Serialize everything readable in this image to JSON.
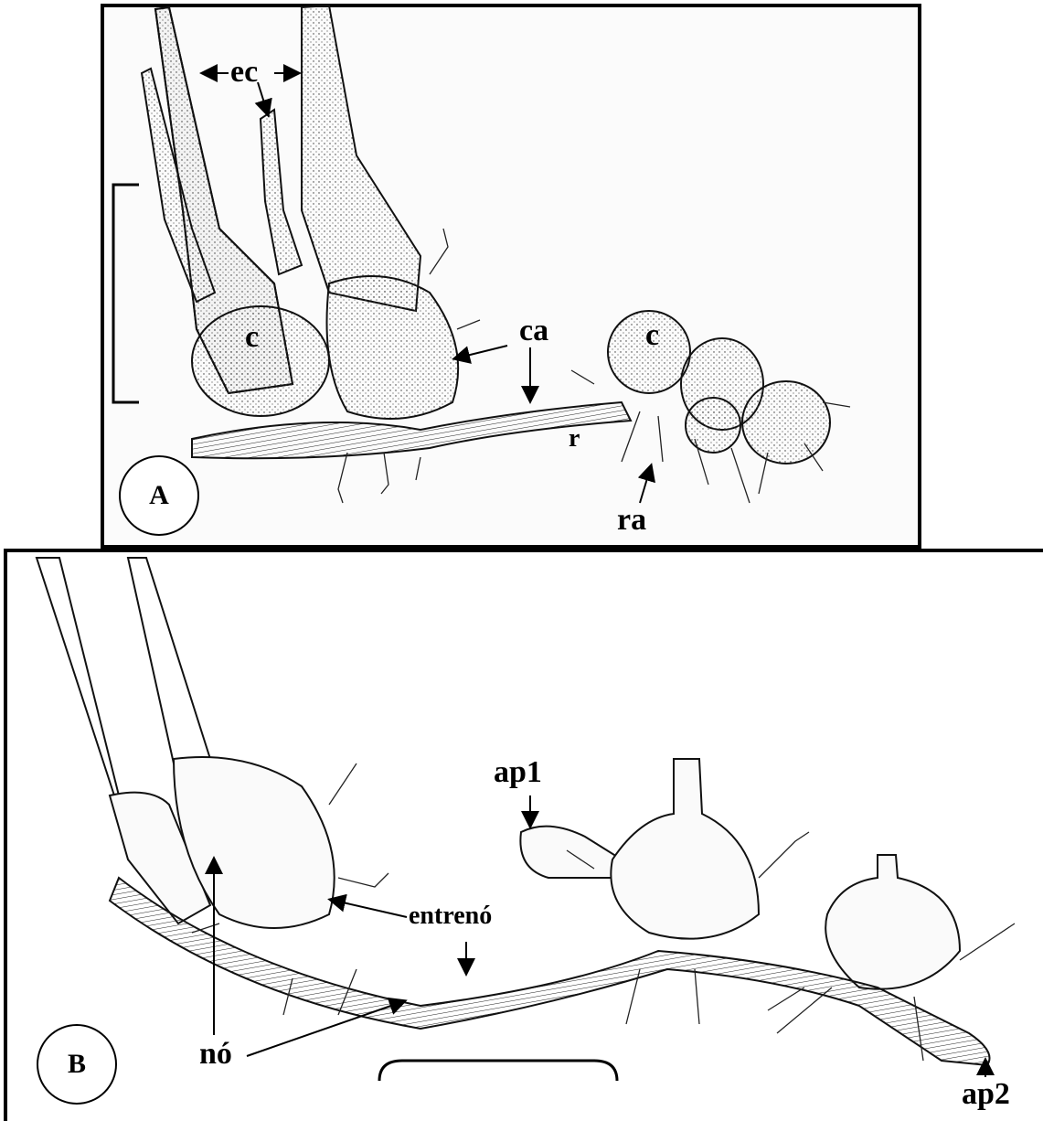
{
  "panels": [
    {
      "id": "A",
      "letter": "A",
      "labels": {
        "ec": "ec",
        "c1": "c",
        "c2": "c",
        "ca": "ca",
        "r": "r",
        "ra": "ra"
      }
    },
    {
      "id": "B",
      "letter": "B",
      "labels": {
        "ap1": "ap1",
        "entreno": "entrenó",
        "no": "nó",
        "ap2": "ap2"
      }
    }
  ]
}
